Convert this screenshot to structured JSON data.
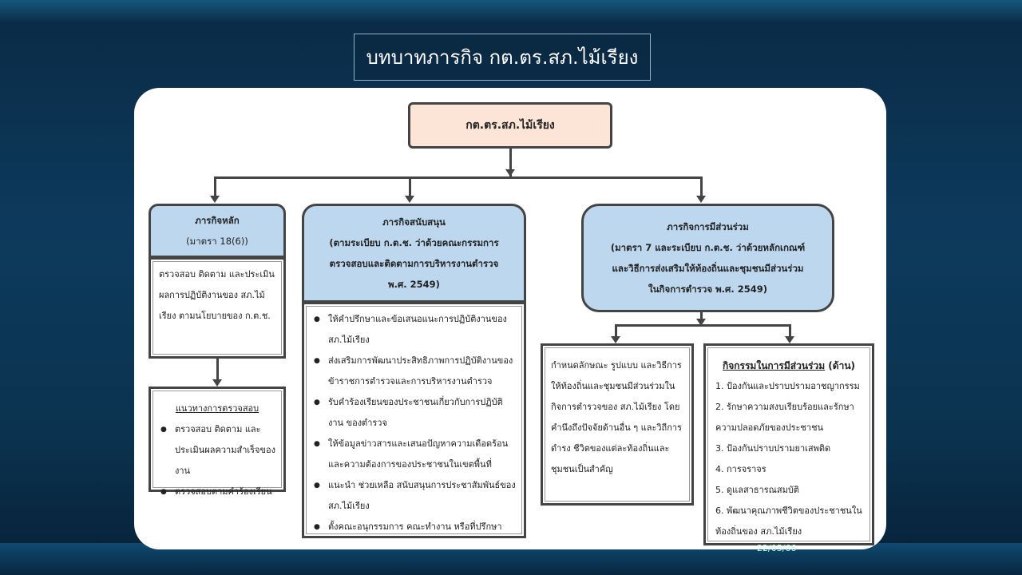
{
  "slide_title": "บทบาทภารกิจ  กต.ตร.สภ.ไม้เรียง",
  "root": "กต.ตร.สภ.ไม้เรียง",
  "main": {
    "title": "ภารกิจหลัก",
    "subtitle": "(มาตรา 18(6))",
    "body": "ตรวจสอบ ติดตาม และประเมินผลการปฏิบัติงานของ สภ.ไม้เรียง ตามนโยบายของ ก.ต.ช.",
    "guide_title": "แนวทางการตรวจสอบ",
    "guide_items": [
      "ตรวจสอบ ติดตาม และประเมินผลความสำเร็จของงาน",
      "ตรวจสอบตามคำร้องเรียน"
    ]
  },
  "support": {
    "title": "ภารกิจสนับสนุน",
    "lines": [
      "(ตามระเบียบ ก.ต.ช. ว่าด้วยคณะกรรมการ",
      "ตรวจสอบและติดตามการบริหารงานตำรวจ",
      "พ.ศ. 2549)"
    ],
    "items": [
      "ให้คำปรึกษาและข้อเสนอแนะการปฏิบัติงานของ สภ.ไม้เรียง",
      "ส่งเสริมการพัฒนาประสิทธิภาพการปฏิบัติงานของข้าราชการตำรวจและการบริหารงานตำรวจ",
      "รับคำร้องเรียนของประชาชนเกี่ยวกับการปฏิบัติงาน ของตำรวจ",
      "ให้ข้อมูลข่าวสารและเสนอปัญหาความเดือดร้อนและความต้องการของประชาชนในเขตพื้นที่",
      "แนะนำ ช่วยเหลือ สนับสนุนการประชาสัมพันธ์ของ สภ.ไม้เรียง",
      "ตั้งคณะอนุกรรมการ คณะทำงาน หรือที่ปรึกษา"
    ]
  },
  "participation": {
    "title": "ภารกิจการมีส่วนร่วม",
    "lines": [
      "(มาตรา 7 และระเบียบ ก.ต.ช. ว่าด้วยหลักเกณฑ์",
      "และวิธีการส่งเสริมให้ท้องถิ่นและชุมชนมีส่วนร่วม",
      "ในกิจการตำรวจ พ.ศ. 2549)"
    ],
    "left_body": "กำหนดลักษณะ รูปแบบ และวิธีการให้ท้องถิ่นและชุมชนมีส่วนร่วมในกิจการตำรวจของ สภ.ไม้เรียง โดยคำนึงถึงปัจจัยด้านอื่น ๆ และวิถีการดำรง ชีวิตของแต่ละท้องถิ่นและชุมชนเป็นสำคัญ",
    "activities_title": "กิจกรรมในการมีส่วนร่วม",
    "activities_suffix": " (ด้าน)",
    "activities": [
      "1. ป้องกันและปราบปรามอาชญากรรม",
      "2. รักษาความสงบเรียบร้อยและรักษาความปลอดภัยของประชาชน",
      "3. ป้องกันปราบปรามยาเสพติด",
      "4. การจราจร",
      "5. ดูแลสาธารณสมบัติ",
      "6. พัฒนาคุณภาพชีวิตของประชาชนในท้องถิ่นของ สภ.ไม้เรียง"
    ]
  },
  "date": "22/05/66"
}
